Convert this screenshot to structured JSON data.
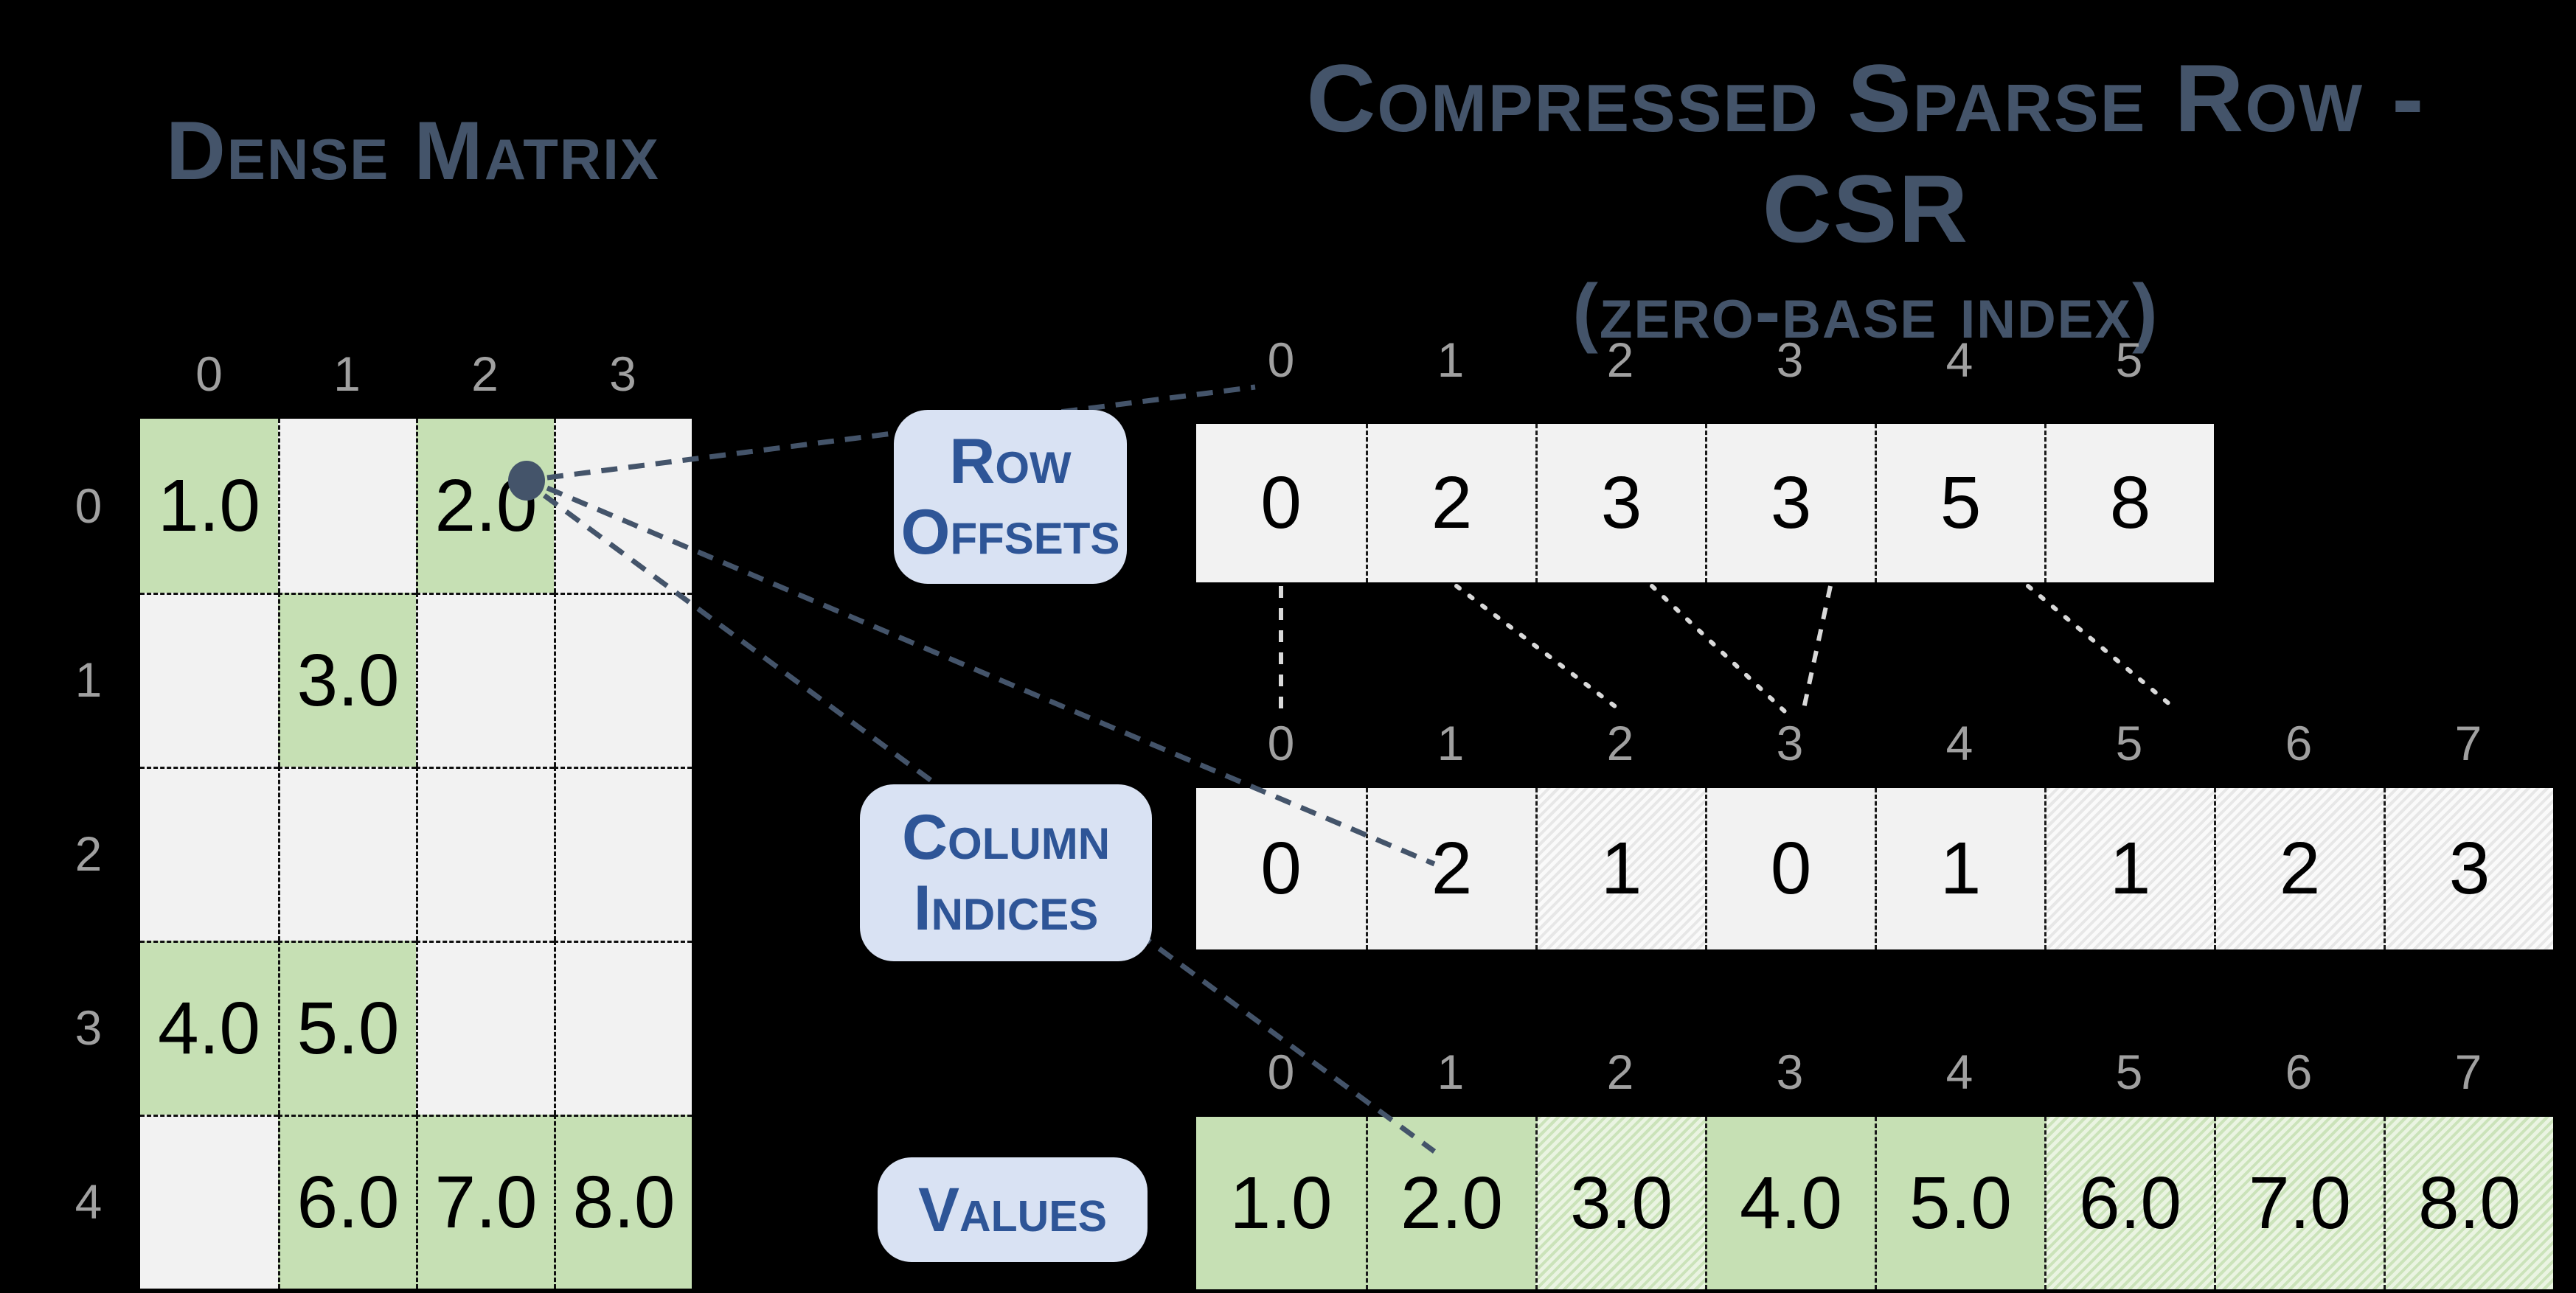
{
  "dense": {
    "title": "Dense Matrix",
    "col_labels": [
      "0",
      "1",
      "2",
      "3"
    ],
    "row_labels": [
      "0",
      "1",
      "2",
      "3",
      "4"
    ],
    "cells": [
      [
        "1.0",
        "",
        "2.0",
        ""
      ],
      [
        "",
        "3.0",
        "",
        ""
      ],
      [
        "",
        "",
        "",
        ""
      ],
      [
        "4.0",
        "5.0",
        "",
        ""
      ],
      [
        "",
        "6.0",
        "7.0",
        "8.0"
      ]
    ]
  },
  "csr": {
    "title_line1": "Compressed Sparse Row - CSR",
    "title_line2": "(zero-base index)",
    "row_offsets": {
      "label_line1": "Row",
      "label_line2": "Offsets",
      "index_labels": [
        "0",
        "1",
        "2",
        "3",
        "4",
        "5"
      ],
      "values": [
        "0",
        "2",
        "3",
        "3",
        "5",
        "8"
      ]
    },
    "column_indices": {
      "label_line1": "Column",
      "label_line2": "Indices",
      "index_labels": [
        "0",
        "1",
        "2",
        "3",
        "4",
        "5",
        "6",
        "7"
      ],
      "values": [
        "0",
        "2",
        "1",
        "0",
        "1",
        "1",
        "2",
        "3"
      ],
      "hatched_positions": [
        2,
        5,
        6,
        7
      ]
    },
    "values_array": {
      "label": "Values",
      "index_labels": [
        "0",
        "1",
        "2",
        "3",
        "4",
        "5",
        "6",
        "7"
      ],
      "values": [
        "1.0",
        "2.0",
        "3.0",
        "4.0",
        "5.0",
        "6.0",
        "7.0",
        "8.0"
      ],
      "hatched_positions": [
        2,
        5,
        6,
        7
      ]
    }
  },
  "colors": {
    "background": "#000000",
    "title_text": "#44546a",
    "label_box_fill": "#d9e2f3",
    "label_box_text": "#2e5597",
    "cell_gray": "#f2f2f2",
    "cell_green": "#c6e0b4",
    "index_gray": "#a0a0a0",
    "connector_blue": "#44546a",
    "connector_gray": "#d9d9d9"
  }
}
